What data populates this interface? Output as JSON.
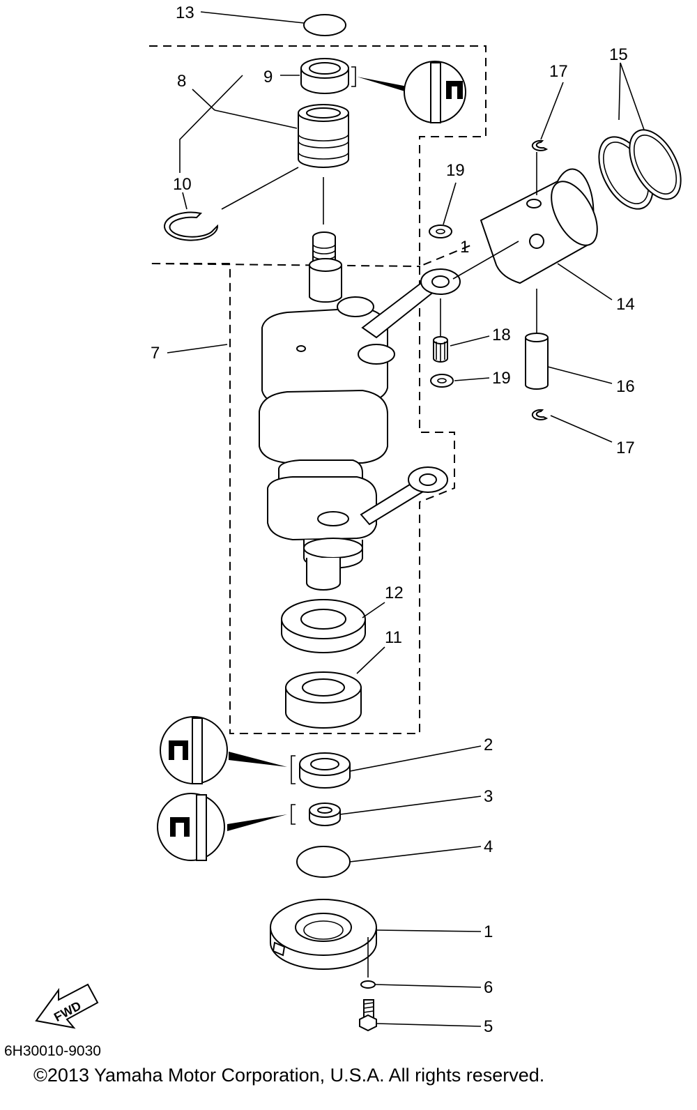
{
  "diagram_code": "6H30010-9030",
  "copyright": "©2013 Yamaha Motor Corporation, U.S.A. All rights reserved.",
  "fwd_label": "FWD",
  "callouts": {
    "c13": "13",
    "c9": "9",
    "c8": "8",
    "c10": "10",
    "c7": "7",
    "c17_top": "17",
    "c15": "15",
    "c19_top": "19",
    "c1_rod": "1",
    "c14": "14",
    "c18": "18",
    "c19_bottom": "19",
    "c16": "16",
    "c17_bottom": "17",
    "c12": "12",
    "c11": "11",
    "c2": "2",
    "c3": "3",
    "c4": "4",
    "c1_housing": "1",
    "c6": "6",
    "c5": "5"
  }
}
